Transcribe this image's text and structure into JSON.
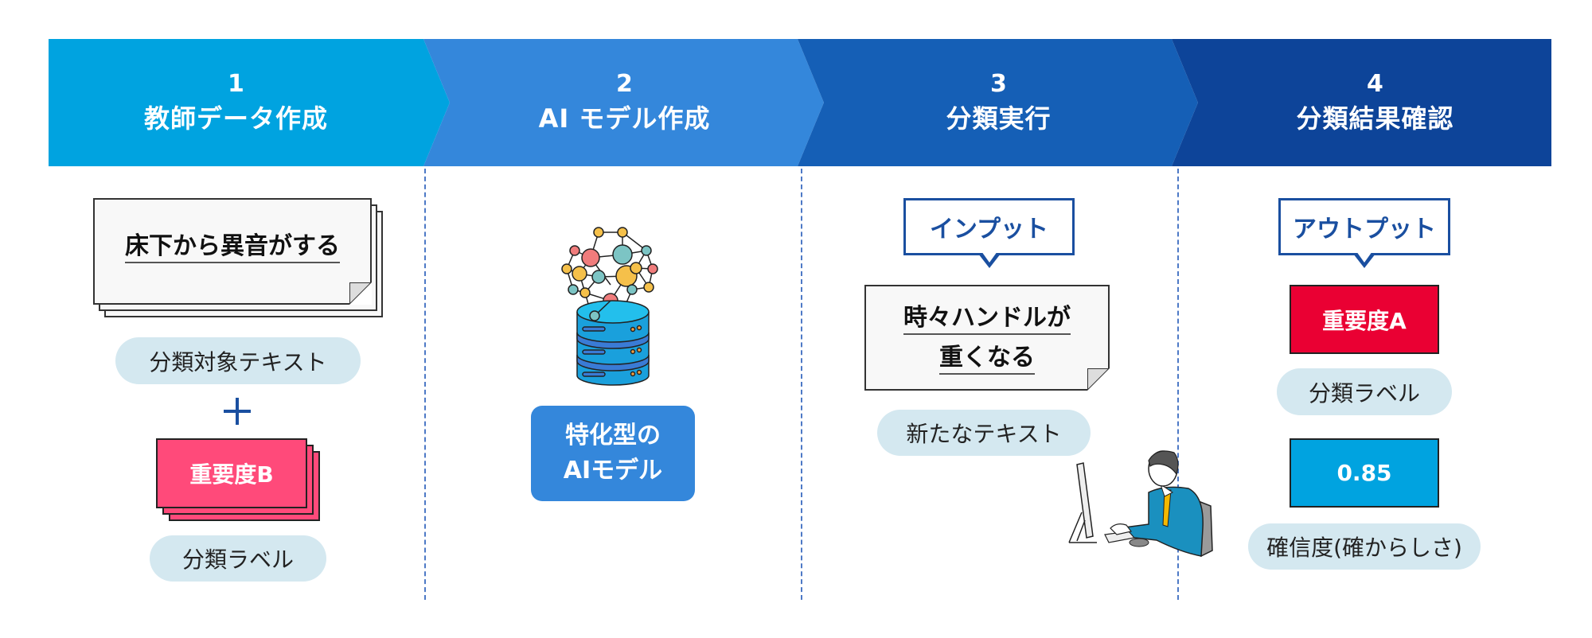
{
  "header": {
    "steps": [
      {
        "number": "1",
        "title": "教師データ作成",
        "color": "#00a3e0"
      },
      {
        "number": "2",
        "title": "AI モデル作成",
        "color": "#3487db"
      },
      {
        "number": "3",
        "title": "分類実行",
        "color": "#155fb6"
      },
      {
        "number": "4",
        "title": "分類結果確認",
        "color": "#0d4499"
      }
    ]
  },
  "step1": {
    "document_text": "床下から異音がする",
    "document_label": "分類対象テキスト",
    "plus": "+",
    "importance_card": "重要度B",
    "importance_color": "#ff4a7a",
    "card_label": "分類ラベル"
  },
  "step2": {
    "icon": "ai-database-icon",
    "model_line1": "特化型の",
    "model_line2": "AIモデル"
  },
  "step3": {
    "bubble": "インプット",
    "document_line1": "時々ハンドルが",
    "document_line2": "重くなる",
    "document_label": "新たなテキスト",
    "illustration": "person-at-computer-icon"
  },
  "step4": {
    "bubble": "アウトプット",
    "importance_card": "重要度A",
    "importance_color": "#ea0033",
    "importance_label": "分類ラベル",
    "confidence_value": "0.85",
    "confidence_color": "#00a3e0",
    "confidence_label": "確信度(確からしさ)"
  }
}
